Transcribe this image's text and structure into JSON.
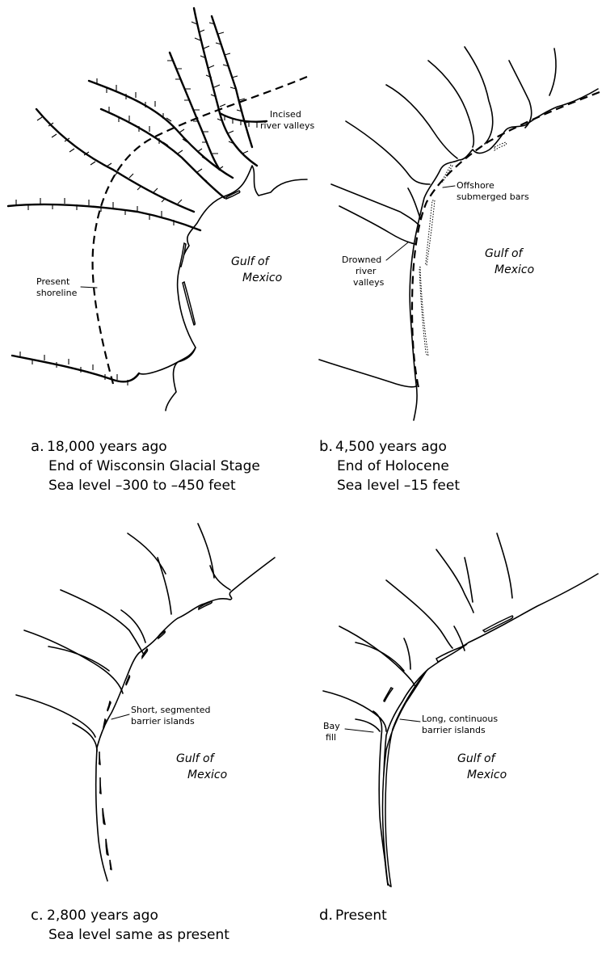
{
  "panel_a": {
    "caption_letter": "a.",
    "caption_line1": "18,000 years ago",
    "caption_line2": "End of Wisconsin Glacial Stage",
    "caption_line3": "Sea level  –300 to –450 feet",
    "label_incised_1": "Incised",
    "label_incised_2": "river valleys",
    "label_present_1": "Present",
    "label_present_2": "shoreline",
    "gulf_1": "Gulf of",
    "gulf_2": "Mexico"
  },
  "panel_b": {
    "caption_letter": "b.",
    "caption_line1": "4,500 years ago",
    "caption_line2": "End of Holocene",
    "caption_line3": "Sea level  –15 feet",
    "label_offshore_1": "Offshore",
    "label_offshore_2": "submerged bars",
    "label_drowned_1": "Drowned",
    "label_drowned_2": "river",
    "label_drowned_3": "valleys",
    "gulf_1": "Gulf of",
    "gulf_2": "Mexico"
  },
  "panel_c": {
    "caption_letter": "c.",
    "caption_line1": "2,800 years ago",
    "caption_line2": "Sea level same as present",
    "label_short_1": "Short, segmented",
    "label_short_2": "barrier islands",
    "gulf_1": "Gulf of",
    "gulf_2": "Mexico"
  },
  "panel_d": {
    "caption_letter": "d.",
    "caption_line1": "Present",
    "label_bay_1": "Bay",
    "label_bay_2": "fill",
    "label_long_1": "Long, continuous",
    "label_long_2": "barrier islands",
    "gulf_1": "Gulf of",
    "gulf_2": "Mexico"
  }
}
